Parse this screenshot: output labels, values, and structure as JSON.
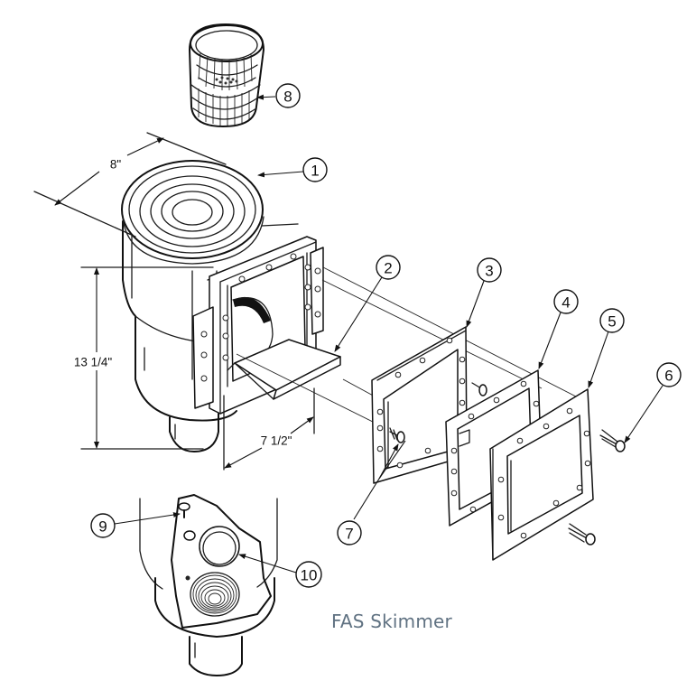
{
  "caption": "FAS Skimmer",
  "dimensions": {
    "width_top": "8\"",
    "height": "13 1/4\"",
    "depth": "7 1/2\""
  },
  "callouts": [
    {
      "number": "1",
      "part": "skimmer-body"
    },
    {
      "number": "2",
      "part": "weir"
    },
    {
      "number": "3",
      "part": "gasket-inner"
    },
    {
      "number": "4",
      "part": "gasket-outer"
    },
    {
      "number": "5",
      "part": "face-plate"
    },
    {
      "number": "6",
      "part": "face-plate-screw"
    },
    {
      "number": "7",
      "part": "mounting-screw"
    },
    {
      "number": "8",
      "part": "basket"
    },
    {
      "number": "9",
      "part": "bottom-screw"
    },
    {
      "number": "10",
      "part": "equalizer-plug"
    }
  ],
  "colors": {
    "line": "#111111",
    "caption": "#607282",
    "background": "#ffffff"
  }
}
